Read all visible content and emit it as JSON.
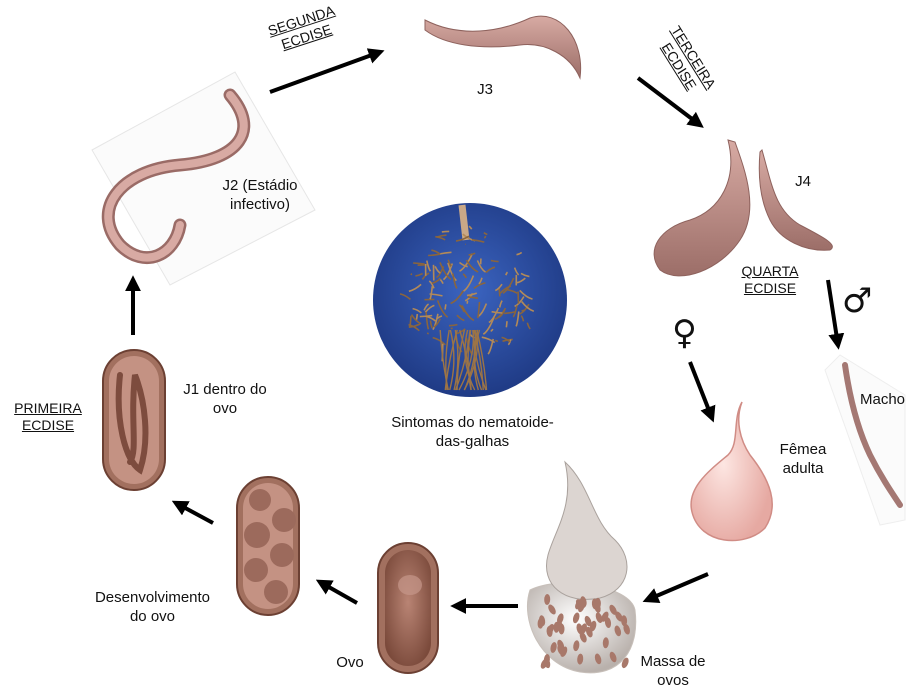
{
  "stages": {
    "j2": [
      "J2 (Estádio",
      "infectivo)"
    ],
    "j3": "J3",
    "j4": "J4",
    "macho": "Macho",
    "femea": [
      "Fêmea",
      "adulta"
    ],
    "massa": [
      "Massa de",
      "ovos"
    ],
    "ovo": "Ovo",
    "desenvolvimento": [
      "Desenvolvimento",
      "do ovo"
    ],
    "j1": [
      "J1 dentro do",
      "ovo"
    ]
  },
  "ecdises": {
    "primeira": [
      "PRIMEIRA",
      "ECDISE"
    ],
    "segunda": [
      "SEGUNDA",
      "ECDISE"
    ],
    "terceira": [
      "TERCEIRA",
      "ECDISE"
    ],
    "quarta": [
      "QUARTA",
      "ECDISE"
    ]
  },
  "symbols": {
    "female": "♀",
    "male": "♂"
  },
  "photo_caption": [
    "Sintomas do nematoide-",
    "das-galhas"
  ],
  "colors": {
    "worm": "#b98a84",
    "worm_light": "#d9b3ac",
    "egg_shell": "#a26e5c",
    "egg_inner": "#8b5a4a",
    "female": "#f4c9c3",
    "mass": "#e3dcd6",
    "photo_bg": "#2a4a9e",
    "roots": "#a37b4c",
    "arrow": "#000000"
  }
}
